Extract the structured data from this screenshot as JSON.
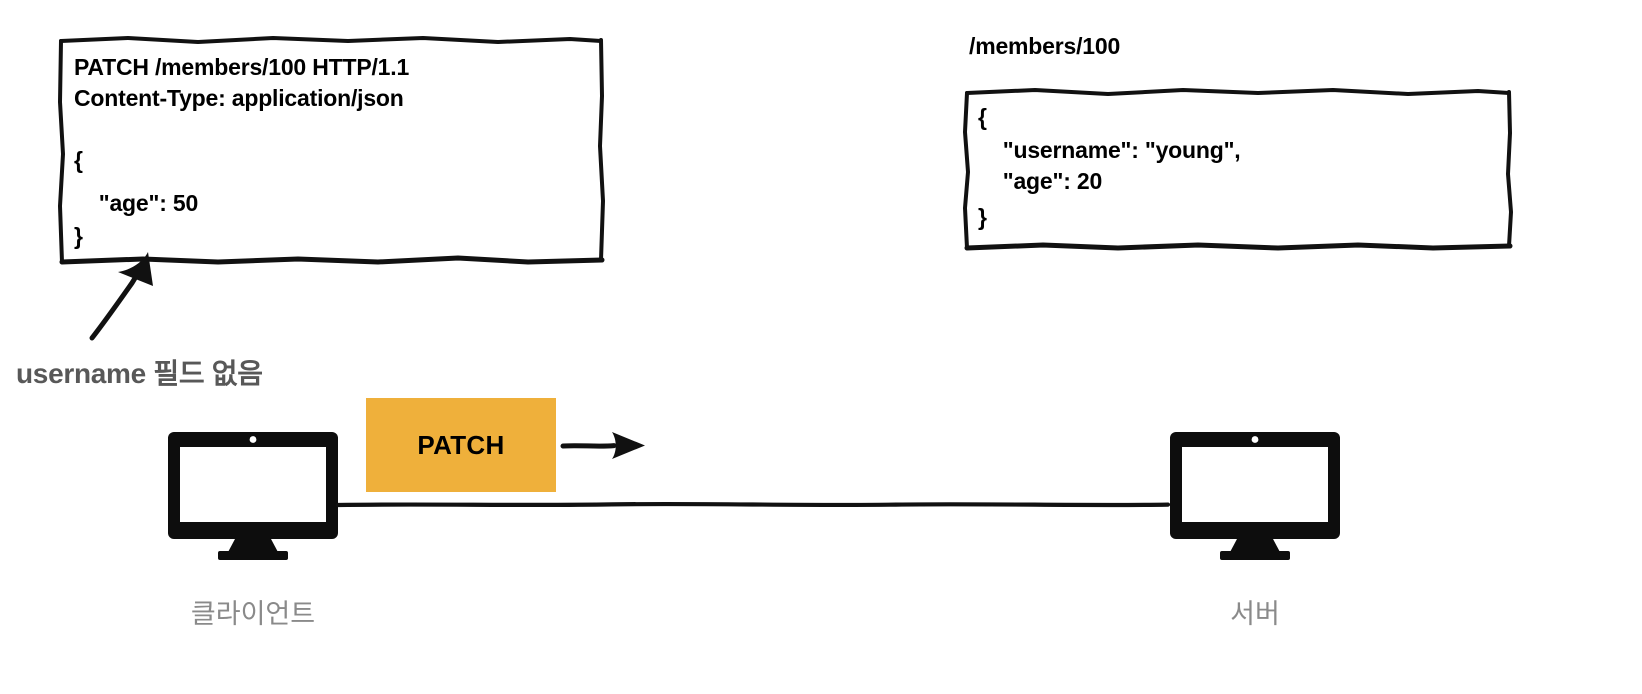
{
  "diagram": {
    "title": "HTTP PATCH request diagram",
    "colors": {
      "ink": "#111111",
      "method_chip": "#EFB03B",
      "annotation_text": "#585858",
      "caption_text": "#8A8A8A",
      "background": "#FFFFFF"
    }
  },
  "request_box": {
    "name": "http-request",
    "lines": [
      "PATCH /members/100 HTTP/1.1",
      "Content-Type: application/json",
      "",
      "{",
      "    \"age\": 50",
      "}"
    ],
    "request_line": "PATCH /members/100 HTTP/1.1",
    "header_content_type": "Content-Type: application/json",
    "body_open": "{",
    "body_field_age": "    \"age\": 50",
    "body_close": "}"
  },
  "resource_box": {
    "name": "server-resource",
    "url": "/members/100",
    "lines": [
      "{",
      "    \"username\": \"young\",",
      "    \"age\": 20",
      "}"
    ],
    "body_open": "{",
    "body_field_username": "    \"username\": \"young\",",
    "body_field_age": "    \"age\": 20",
    "body_close": "}"
  },
  "annotation": {
    "name": "missing-field-note",
    "text": "username 필드 없음"
  },
  "flow": {
    "method_chip_label": "PATCH",
    "client_caption": "클라이언트",
    "server_caption": "서버",
    "client_icon": "desktop-monitor-icon",
    "server_icon": "desktop-monitor-icon",
    "arrow_icon": "arrow-right-icon",
    "callout_arrow_icon": "callout-arrow-icon"
  }
}
